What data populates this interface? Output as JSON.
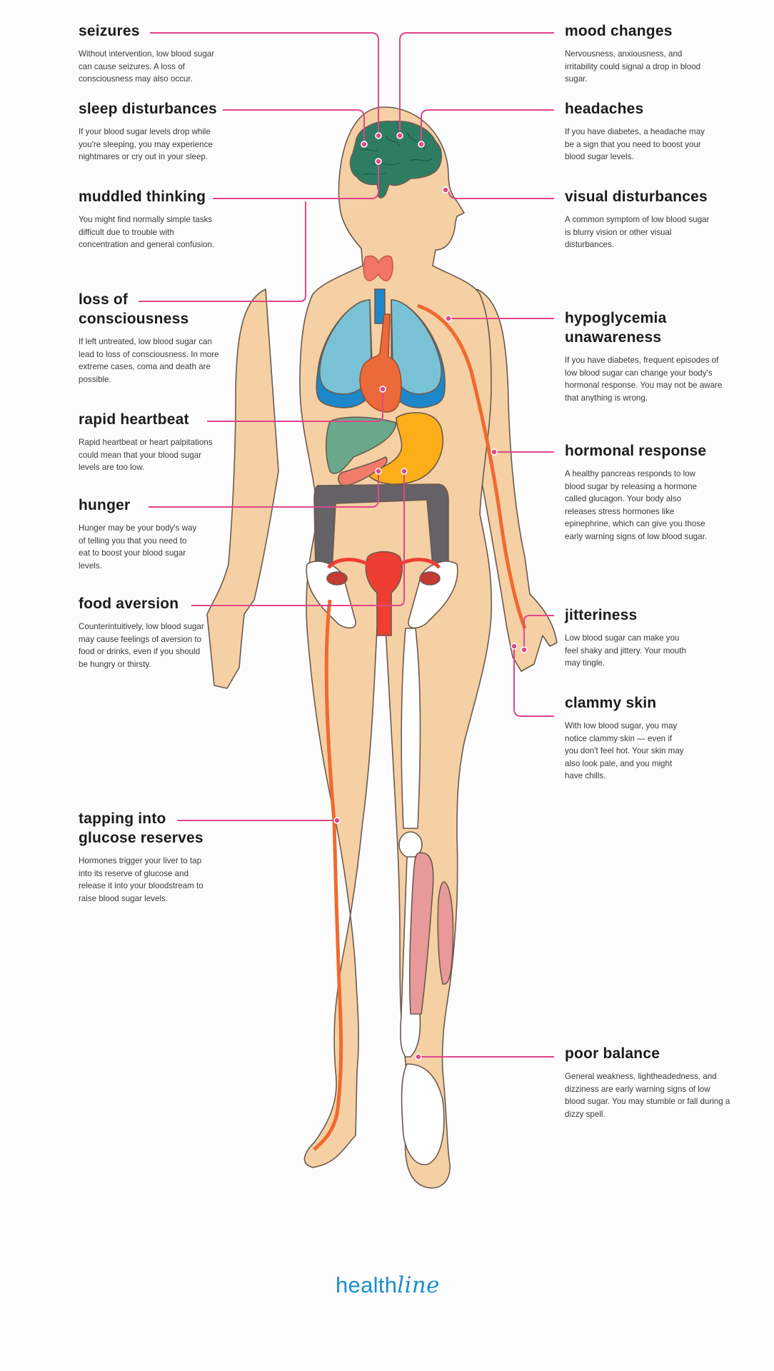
{
  "infographic": {
    "topic": "effects of low blood sugar on the body",
    "colors": {
      "leader_line": "#e0468a",
      "skin": "#f5d0a4",
      "body_outline": "#6b5a4e",
      "brain": "#2e7d63",
      "lungs": "#79c2d6",
      "lungs_shadow": "#1d87c9",
      "trachea": "#1d87c9",
      "heart": "#ec6a3a",
      "thyroid": "#f2756a",
      "liver": "#6aa88c",
      "stomach": "#fbae17",
      "pancreas": "#f07b6b",
      "intestine": "#646266",
      "uterus": "#ee3e33",
      "artery": "#ef6a2f",
      "bone": "#ffffff",
      "muscle": "#e8999a",
      "brand": "#1a8fcb"
    },
    "callouts_left": [
      {
        "id": "seizures",
        "title": "seizures",
        "body": "Without intervention, low blood sugar can cause seizures. A loss of consciousness may also occur."
      },
      {
        "id": "sleep-disturbances",
        "title": "sleep disturbances",
        "body": "If your blood sugar levels drop while you're sleeping, you may experience nightmares or cry out in your sleep."
      },
      {
        "id": "muddled-thinking",
        "title": "muddled thinking",
        "body": "You might find normally simple tasks difficult due to trouble with concentration and general confusion."
      },
      {
        "id": "loss-of-consciousness",
        "title": "loss of consciousness",
        "body": "If left untreated, low blood sugar can lead to loss of consciousness. In more extreme cases, coma and death are possible."
      },
      {
        "id": "rapid-heartbeat",
        "title": "rapid heartbeat",
        "body": "Rapid heartbeat or heart palpitations could mean that your blood sugar levels are too low."
      },
      {
        "id": "hunger",
        "title": "hunger",
        "body": "Hunger may be your body's way of telling you that you need to eat to boost your blood sugar levels."
      },
      {
        "id": "food-aversion",
        "title": "food aversion",
        "body": "Counterintuitively, low blood sugar may cause feelings of aversion to food or drinks, even if you should be hungry or thirsty."
      },
      {
        "id": "tapping-into-glucose-reserves",
        "title": "tapping into glucose reserves",
        "body": "Hormones trigger your liver to tap into its reserve of glucose and release it into your bloodstream to raise blood sugar levels."
      }
    ],
    "callouts_right": [
      {
        "id": "mood-changes",
        "title": "mood changes",
        "body": "Nervousness, anxiousness, and irritability could signal a drop in blood sugar."
      },
      {
        "id": "headaches",
        "title": "headaches",
        "body": "If you have diabetes, a headache may be a sign that you need to boost your blood sugar levels."
      },
      {
        "id": "visual-disturbances",
        "title": "visual disturbances",
        "body": "A common symptom of low blood sugar is blurry vision or other visual disturbances."
      },
      {
        "id": "hypoglycemia-unawareness",
        "title": "hypoglycemia unawareness",
        "body": "If you have diabetes, frequent episodes of low blood sugar can change your body's hormonal response. You may not be aware that anything is wrong."
      },
      {
        "id": "hormonal-response",
        "title": "hormonal response",
        "body": "A healthy pancreas responds to low blood sugar by releasing a hormone called glucagon. Your body also releases stress hormones like epinephrine, which can give you those early warning signs of low blood sugar."
      },
      {
        "id": "jitteriness",
        "title": "jitteriness",
        "body": "Low blood sugar can make you feel shaky and jittery. Your mouth may tingle."
      },
      {
        "id": "clammy-skin",
        "title": "clammy skin",
        "body": "With low blood sugar, you may notice clammy skin — even if you don't feel hot. Your skin may also look pale, and you might have chills."
      },
      {
        "id": "poor-balance",
        "title": "poor balance",
        "body": "General weakness, lightheadedness, and dizziness are early warning signs of low blood sugar. You may stumble or fall during a dizzy spell."
      }
    ]
  },
  "footer": {
    "logo_part1": "health",
    "logo_part2": "line"
  }
}
